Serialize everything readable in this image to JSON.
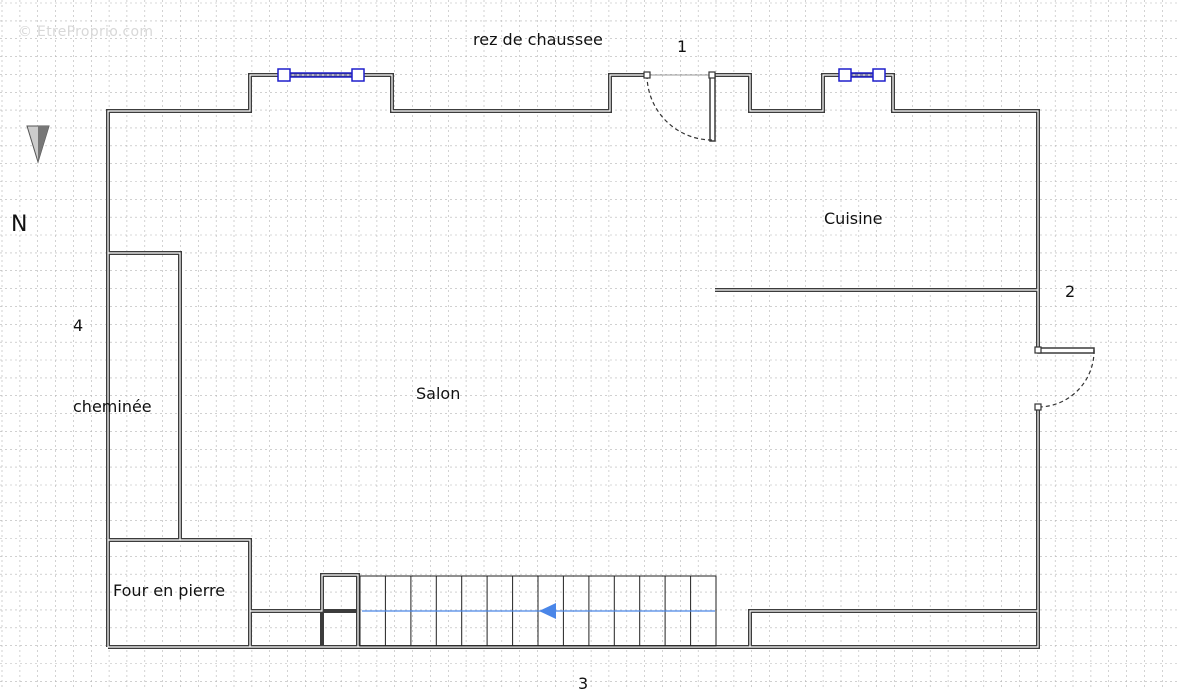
{
  "watermark": "© EtreProprio.com",
  "title": "rez de chaussee",
  "compass": {
    "label": "N",
    "icon": "north-arrow-icon"
  },
  "rooms": {
    "salon": "Salon",
    "cuisine": "Cuisine",
    "cheminee": "cheminée",
    "four": "Four en pierre"
  },
  "sides": {
    "top": "1",
    "right": "2",
    "bottom": "3",
    "left": "4"
  },
  "colors": {
    "wall": "#444444",
    "window": "#1f1fcc",
    "stairs_arrow": "#4a86e8",
    "grid": "#b5b5b5"
  }
}
